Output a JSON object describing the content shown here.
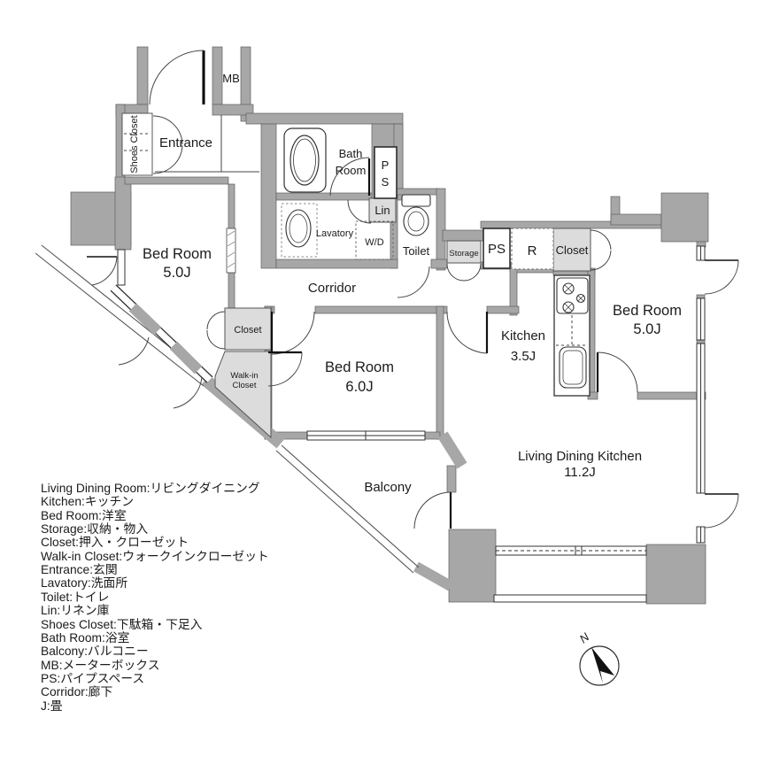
{
  "labels": {
    "mb": "MB",
    "entrance": "Entrance",
    "shoes_closet": "Shoes Closet",
    "bath_line1": "Bath",
    "bath_line2": "Room",
    "ps_top_p": "P",
    "ps_top_s": "S",
    "lin": "Lin",
    "lavatory": "Lavatory",
    "wd": "W/D",
    "toilet": "Toilet",
    "storage": "Storage",
    "ps_right": "PS",
    "r": "R",
    "closet_right": "Closet",
    "bed_left_name": "Bed Room",
    "bed_left_size": "5.0J",
    "corridor": "Corridor",
    "closet_left": "Closet",
    "wic_line1": "Walk-in",
    "wic_line2": "Closet",
    "bed_mid_name": "Bed Room",
    "bed_mid_size": "6.0J",
    "kitchen_name": "Kitchen",
    "kitchen_size": "3.5J",
    "bed_right_name": "Bed Room",
    "bed_right_size": "5.0J",
    "ldk_name": "Living Dining Kitchen",
    "ldk_size": "11.2J",
    "balcony": "Balcony"
  },
  "legend": {
    "lines": [
      "Living Dining Room:リビングダイニング",
      "Kitchen:キッチン",
      "Bed Room:洋室",
      "Storage:収納・物入",
      "Closet:押入・クローゼット",
      "Walk-in Closet:ウォークインクローゼット",
      "Entrance:玄関",
      "Lavatory:洗面所",
      "Toilet:トイレ",
      "Lin:リネン庫",
      "Shoes Closet:下駄箱・下足入",
      "Bath Room:浴室",
      "Balcony:バルコニー",
      "MB:メーターボックス",
      "PS:パイプスペース",
      "Corridor:廊下",
      "J:畳"
    ]
  },
  "compass": {
    "label": "N"
  },
  "colors": {
    "wall": "#a7a7a7",
    "closet_fill": "#dcdcdc",
    "line": "#333333"
  }
}
